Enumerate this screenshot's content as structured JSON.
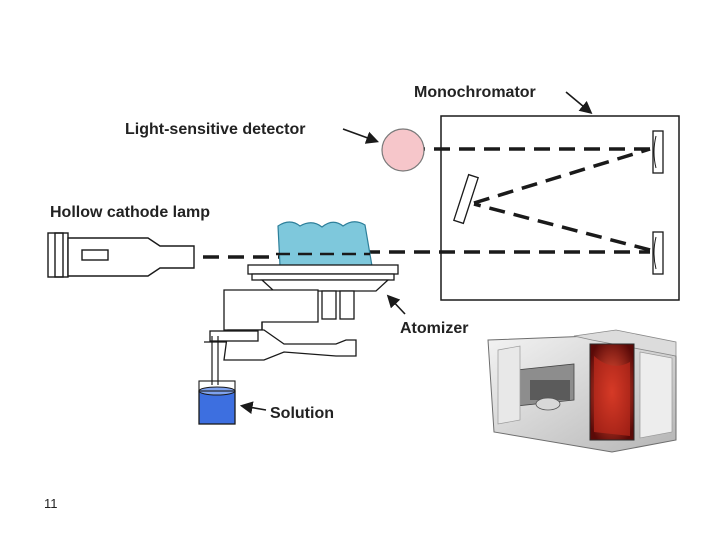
{
  "slide": {
    "page_number": "11"
  },
  "labels": {
    "monochromator": "Monochromator",
    "detector": "Light-sensitive detector",
    "lamp": "Hollow cathode lamp",
    "atomizer": "Atomizer",
    "solution": "Solution"
  },
  "colors": {
    "line": "#1a1a1a",
    "detector_fill": "#f6c6ca",
    "flame_fill": "#7ec8dc",
    "solution_fill": "#3d6fe0",
    "instrument_window": "#c0291c"
  }
}
